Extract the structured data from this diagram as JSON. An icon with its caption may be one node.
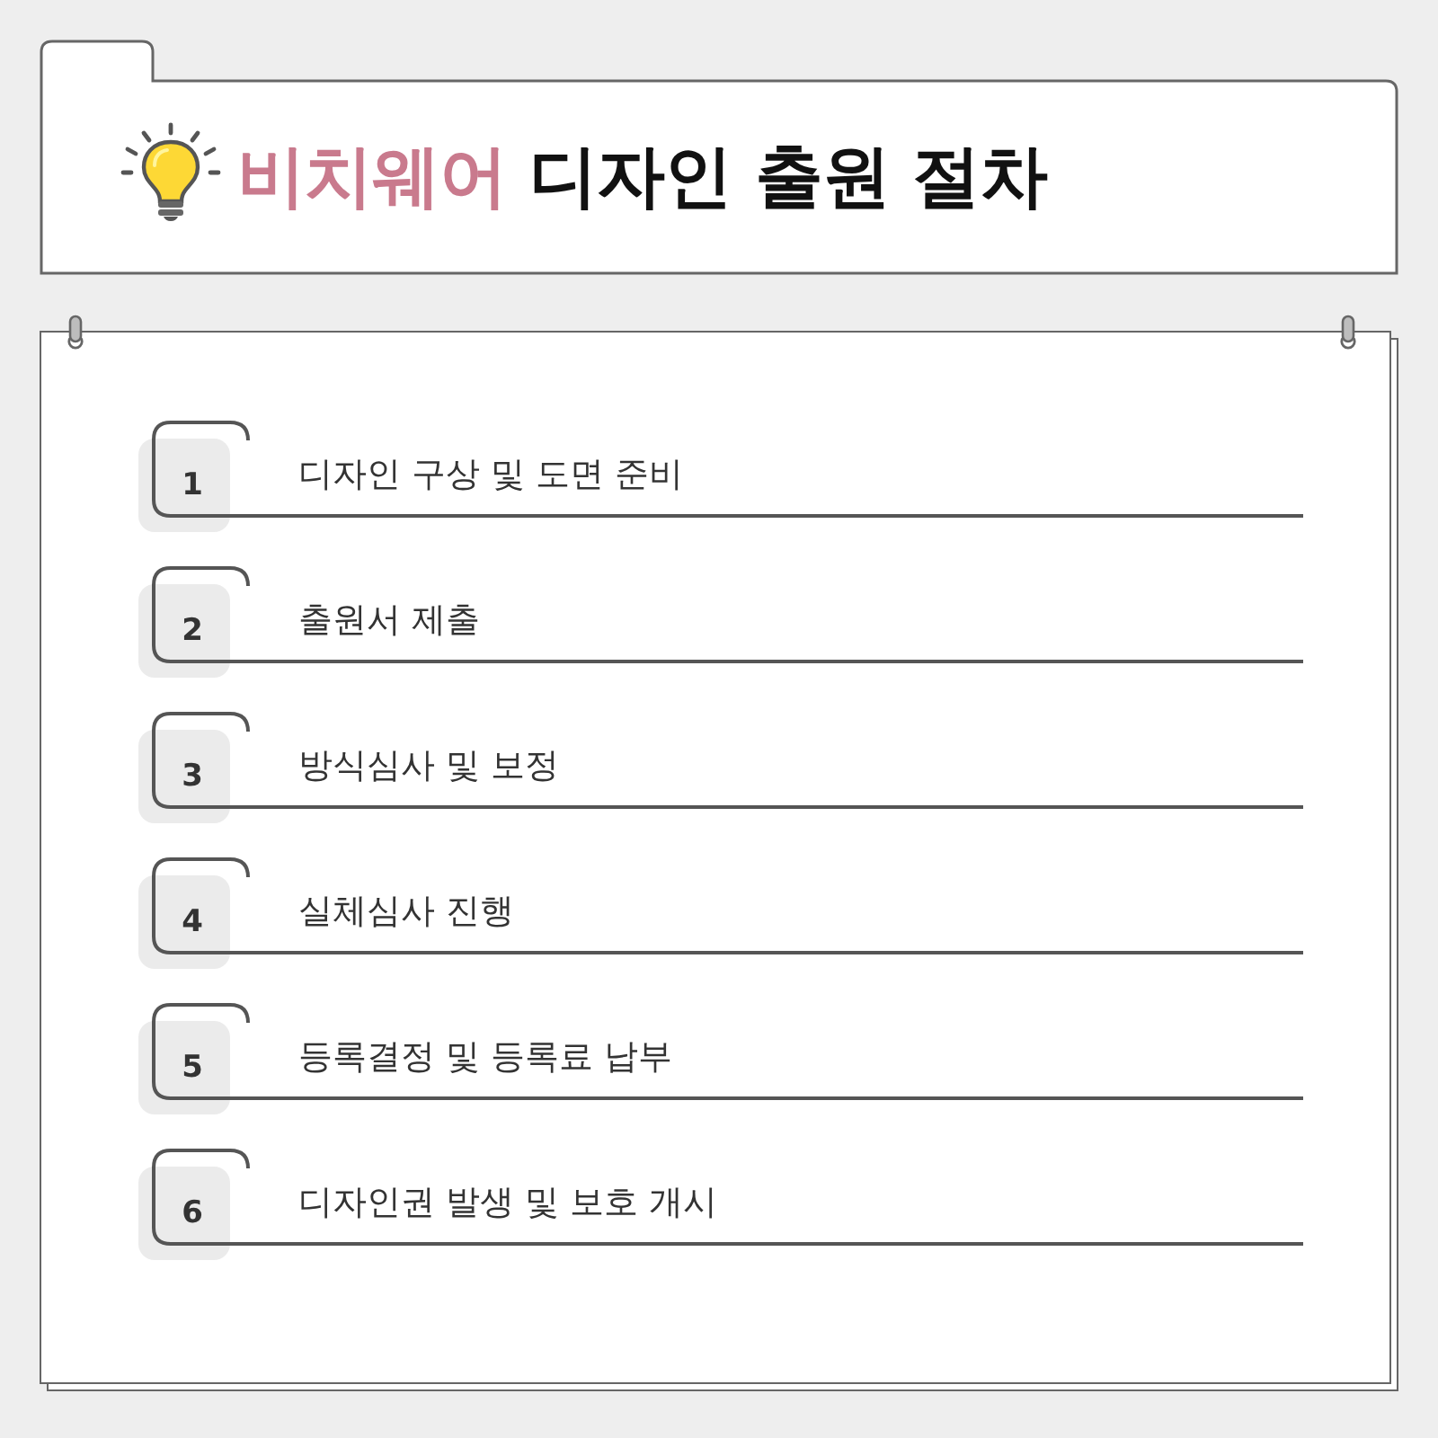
{
  "diagram": {
    "title": "비치웨어 디자인 출원 절차",
    "nodes": [
      {
        "text": [
          "1",
          "디자인 구상 및 도면 준비"
        ]
      },
      {
        "text": [
          "2",
          "출원서 제출"
        ]
      },
      {
        "text": [
          "3",
          "방식심사 및 보정"
        ]
      },
      {
        "text": [
          "4",
          "실체심사 진행"
        ]
      },
      {
        "text": [
          "5",
          "등록결정 및 등록료 납부"
        ]
      },
      {
        "text": [
          "6",
          "디자인권 발생 및 보호 개시"
        ]
      }
    ]
  }
}
